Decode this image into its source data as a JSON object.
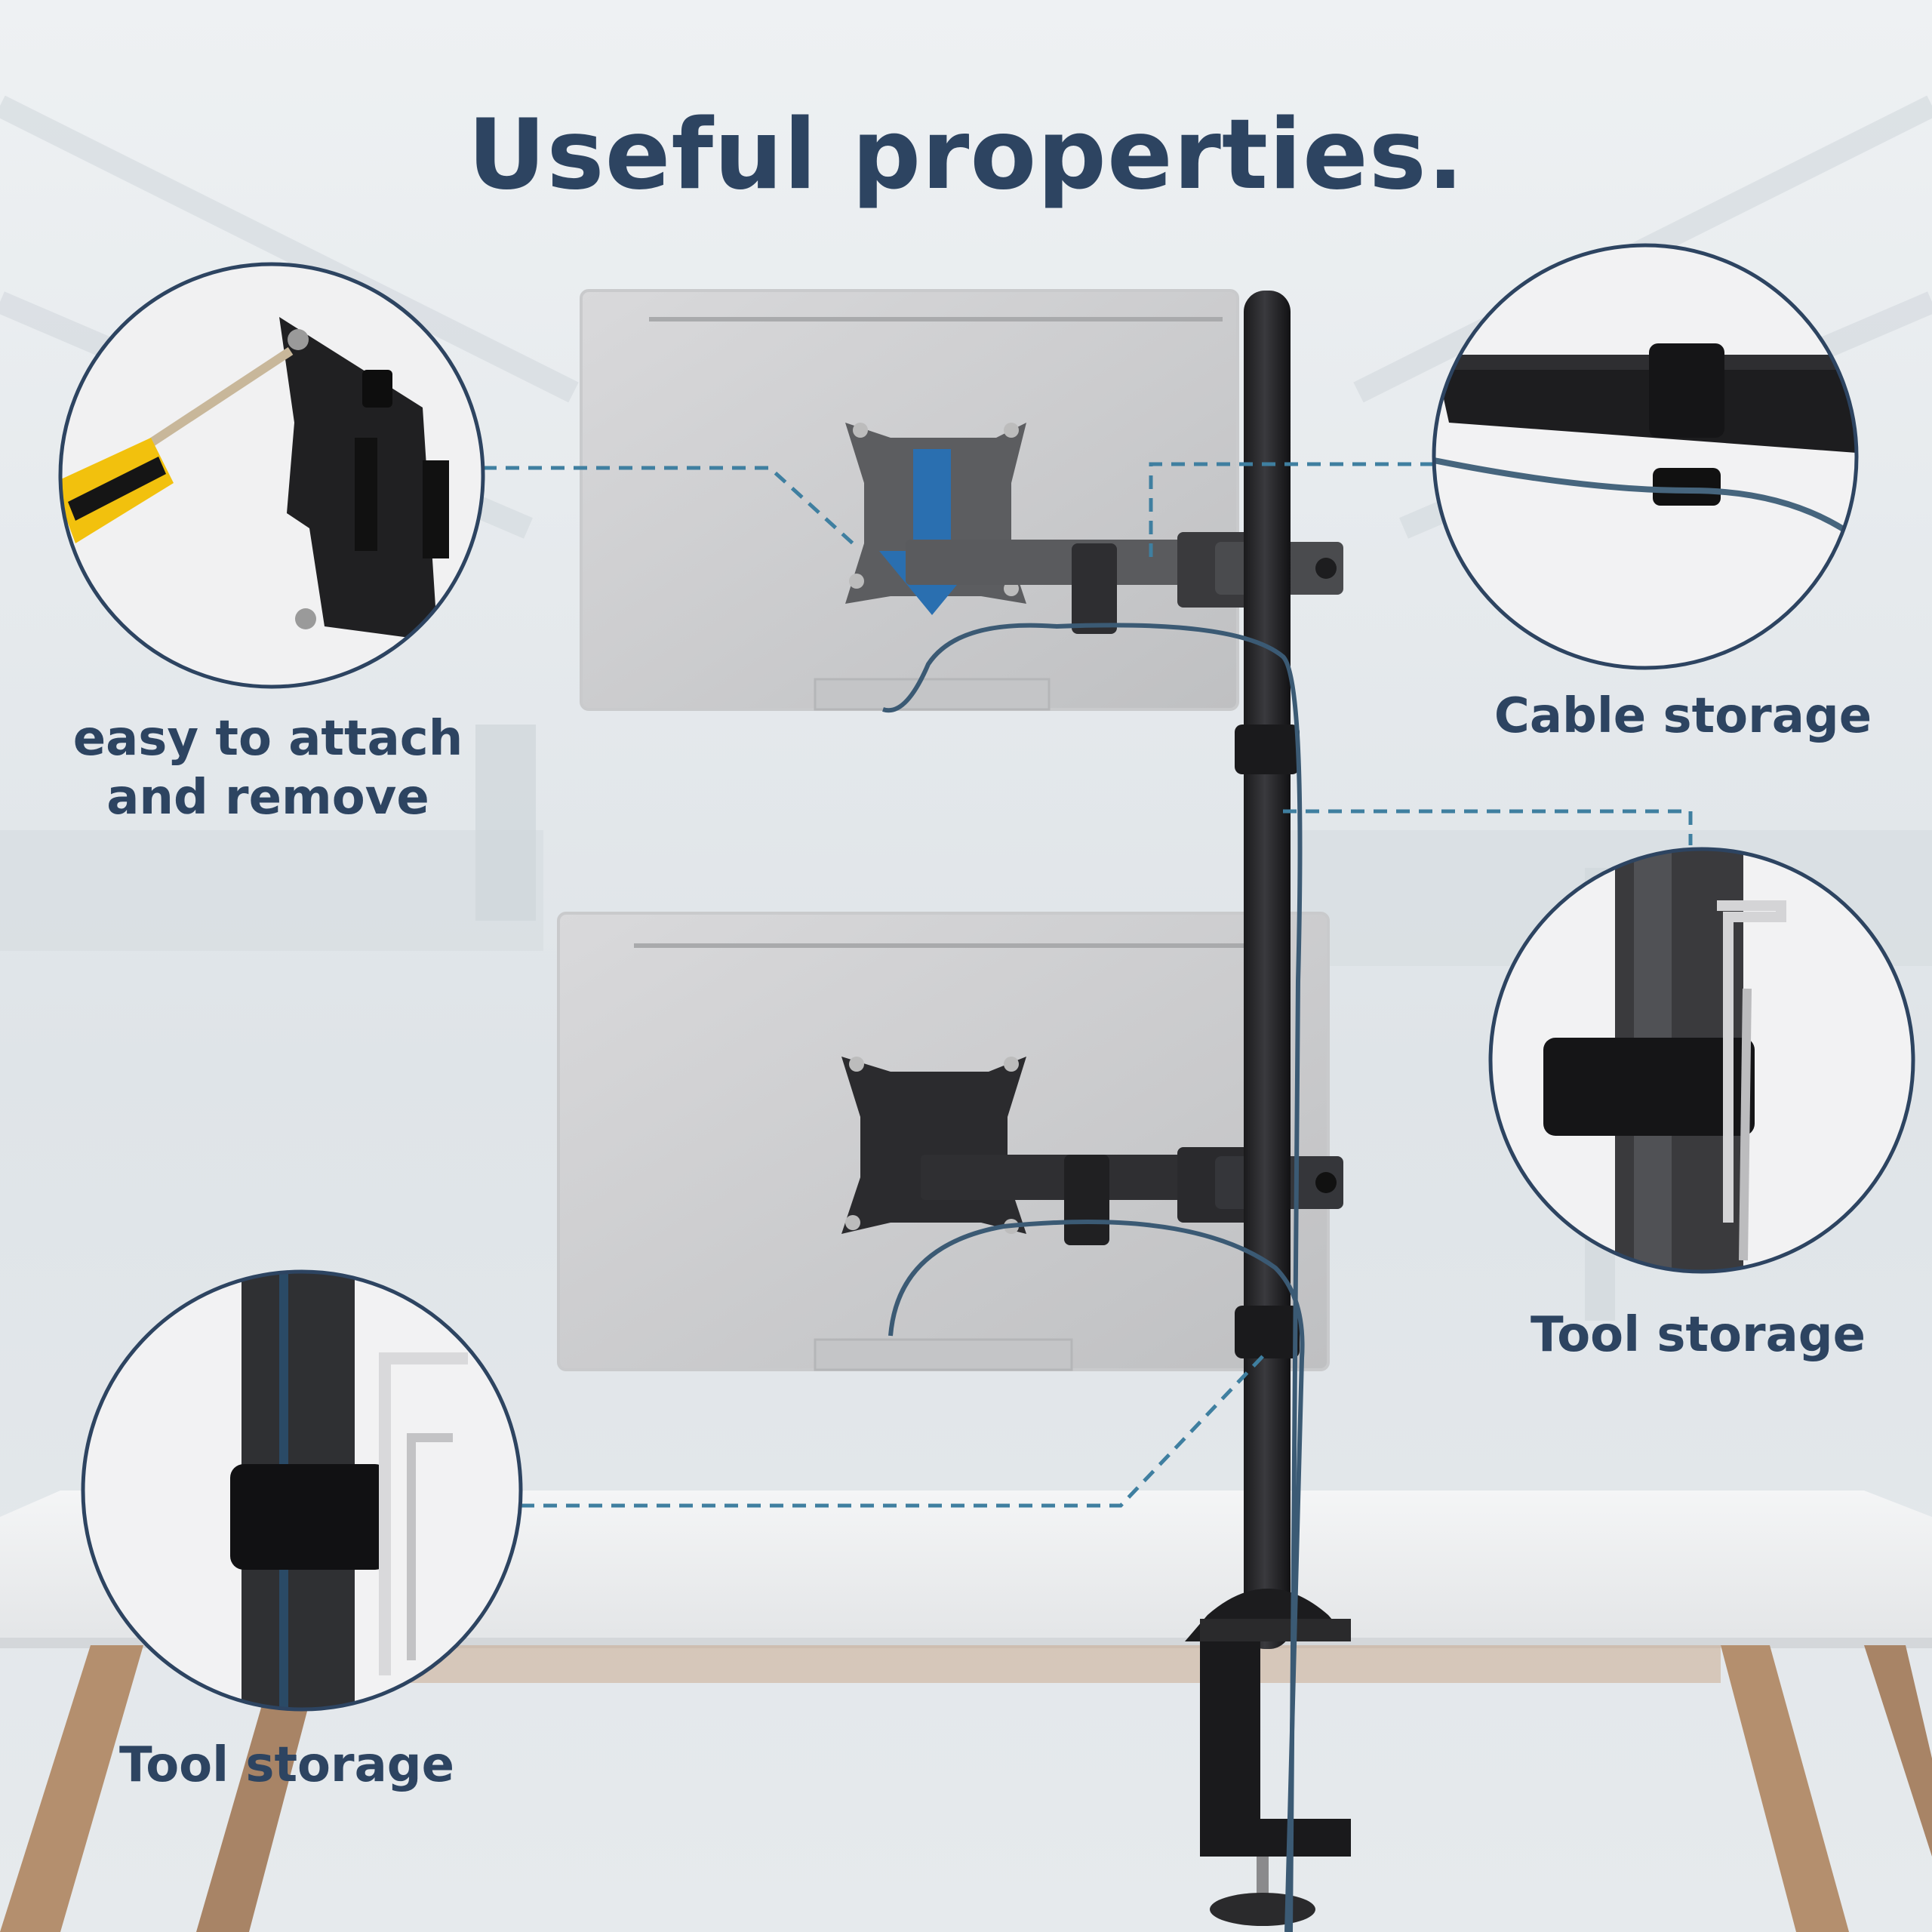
{
  "title": "Useful properties.",
  "callouts": {
    "attach": {
      "label_line1": "easy to attach",
      "label_line2": "and remove"
    },
    "cable": {
      "label": "Cable storage"
    },
    "tool_right": {
      "label": "Tool storage"
    },
    "tool_left": {
      "label": "Tool storage"
    }
  },
  "colors": {
    "text": "#2d4461",
    "accent_blue": "#2a6fb0",
    "dashed_line": "#3f7fa0",
    "circle_border": "#2d4461"
  }
}
